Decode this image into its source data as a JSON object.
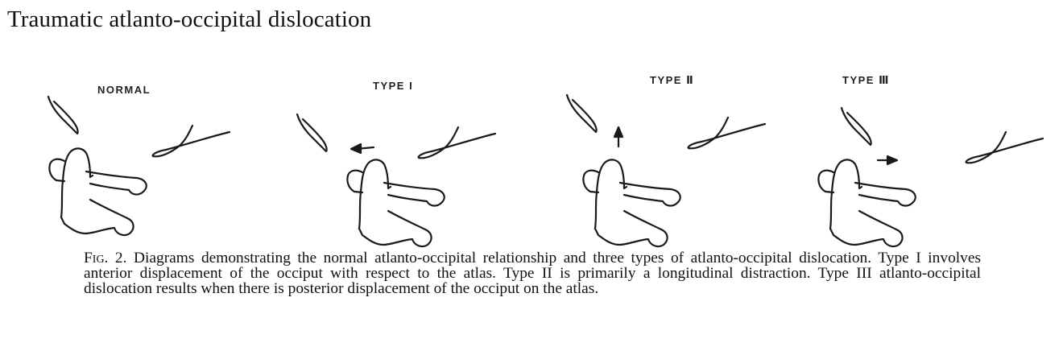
{
  "header": {
    "running_title": "Traumatic atlanto-occipital dislocation"
  },
  "figure": {
    "panels": [
      {
        "label": "NORMAL",
        "arrow": "none"
      },
      {
        "label": "TYPE I",
        "arrow": "left"
      },
      {
        "label": "TYPE Ⅱ",
        "arrow": "up"
      },
      {
        "label": "TYPE Ⅲ",
        "arrow": "right"
      }
    ],
    "stroke_color": "#1a1a1a"
  },
  "caption": {
    "lead": "Fig. 2.",
    "text": "Diagrams demonstrating the normal atlanto-occipital relationship and three types of atlanto-occipital dislocation. Type I involves anterior displacement of the occiput with respect to the atlas. Type II is primarily a longitudinal distraction. Type III atlanto-occipital dislocation results when there is posterior displacement of the occiput on the atlas."
  }
}
